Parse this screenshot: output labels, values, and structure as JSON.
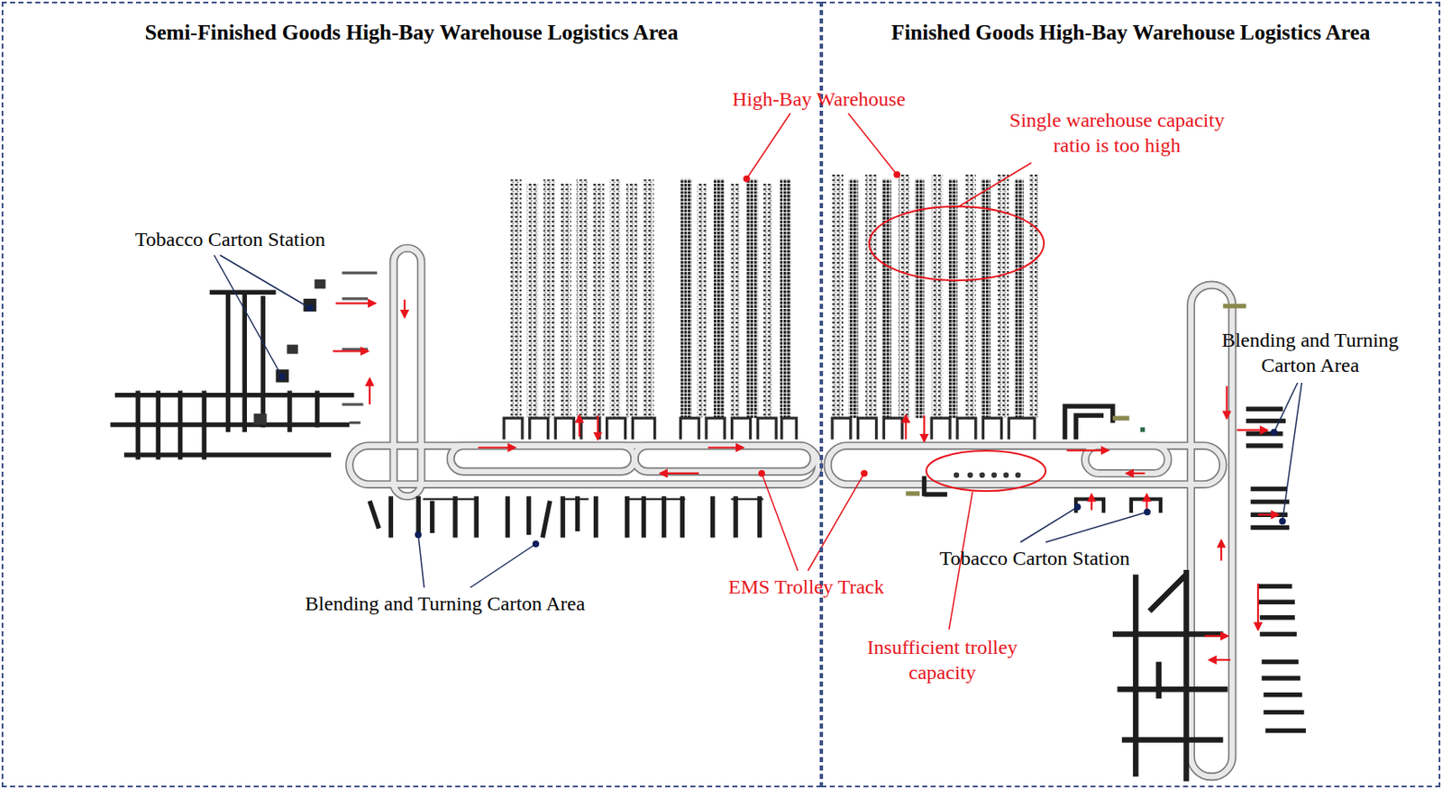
{
  "diagram": {
    "nodes": [
      {
        "text": [
          "Semi-Finished Goods High-Bay Warehouse Logistics Area"
        ]
      },
      {
        "text": [
          "Finished Goods High-Bay Warehouse Logistics Area"
        ]
      }
    ],
    "labels": [
      "High-Bay Warehouse",
      "Single warehouse capacity ratio is too high",
      "Tobacco Carton Station",
      "Blending and Turning Carton Area",
      "Tobacco Carton Station",
      "Blending and Turning Carton Area",
      "EMS Trolley Track",
      "Insufficient trolley capacity"
    ]
  }
}
